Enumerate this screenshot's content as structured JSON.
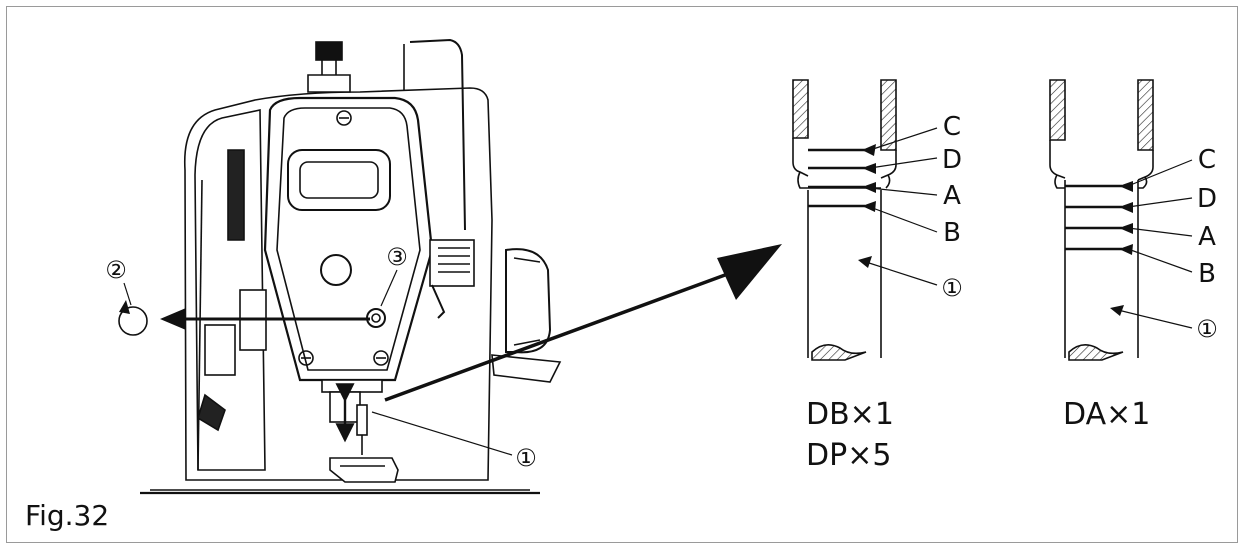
{
  "figure": {
    "caption": "Fig.32",
    "machine": {
      "callout_needle": "①",
      "callout_screw_direction": "②",
      "callout_set_screw": "③"
    },
    "needle_diagrams": [
      {
        "system_labels": [
          "DB×1",
          "DP×5"
        ],
        "marks": [
          "C",
          "D",
          "A",
          "B"
        ],
        "needle_callout": "①"
      },
      {
        "system_labels": [
          "DA×1"
        ],
        "marks": [
          "C",
          "D",
          "A",
          "B"
        ],
        "needle_callout": "①"
      }
    ]
  }
}
